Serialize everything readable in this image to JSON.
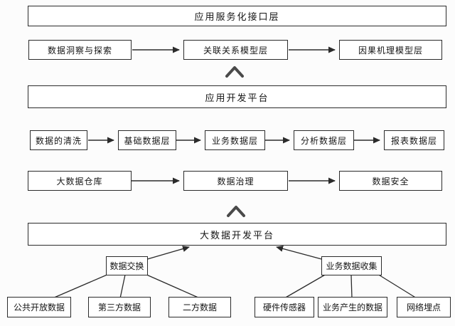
{
  "diagram": {
    "title_hint": "大数据平台分层架构图",
    "colors": {
      "line": "#2b2b2b",
      "caret": "#4a4a4a",
      "box_border": "#2b2b2b",
      "box_bg": "#ffffff",
      "page_bg": "#fcfcfc"
    },
    "service_section": {
      "interface_layer": "应用服务化接口层",
      "model_row": [
        {
          "label": "数据洞察与探索"
        },
        {
          "label": "关联关系模型层"
        },
        {
          "label": "因果机理模型层"
        }
      ]
    },
    "app_section": {
      "platform": "应用开发平台",
      "data_layer_row": [
        {
          "label": "数据的清洗"
        },
        {
          "label": "基础数据层"
        },
        {
          "label": "业务数据层"
        },
        {
          "label": "分析数据层"
        },
        {
          "label": "报表数据层"
        }
      ],
      "governance_row": [
        {
          "label": "大数据仓库"
        },
        {
          "label": "数据治理"
        },
        {
          "label": "数据安全"
        }
      ]
    },
    "bigdata_section": {
      "platform": "大数据开发平台",
      "collectors": [
        {
          "label": "数据交换"
        },
        {
          "label": "业务数据收集"
        }
      ],
      "sources": [
        {
          "label": "公共开放数据"
        },
        {
          "label": "第三方数据"
        },
        {
          "label": "二方数据"
        },
        {
          "label": "硬件传感器"
        },
        {
          "label": "业务产生的数据"
        },
        {
          "label": "网络埋点"
        }
      ]
    }
  }
}
